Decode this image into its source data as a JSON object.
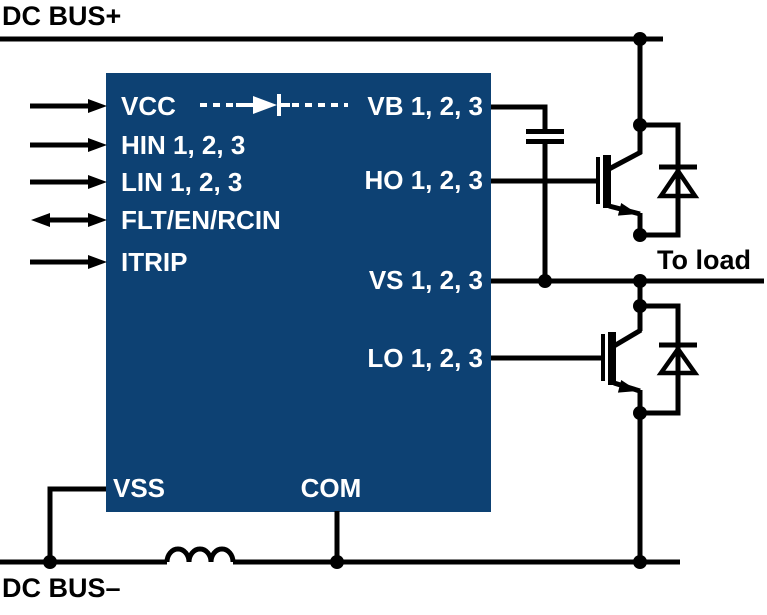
{
  "diagram": {
    "title_context": "Three-phase gate driver IC with IGBT half-bridge",
    "bus": {
      "positive_label": "DC BUS+",
      "negative_label": "DC BUS–"
    },
    "load_label": "To load",
    "ic": {
      "left_pins": [
        "VCC",
        "HIN 1, 2, 3",
        "LIN 1, 2, 3",
        "FLT/EN/RCIN",
        "ITRIP"
      ],
      "right_pins": [
        "VB 1, 2, 3",
        "HO 1, 2, 3",
        "VS 1, 2, 3",
        "LO 1, 2, 3"
      ],
      "bottom_pins": [
        "VSS",
        "COM"
      ]
    },
    "components": {
      "bootstrap_diode": "bootstrap-diode",
      "bootstrap_capacitor": "bootstrap-capacitor",
      "high_side_igbt": "high-side-igbt",
      "low_side_igbt": "low-side-igbt",
      "high_side_freewheel_diode": "freewheeling-diode",
      "low_side_freewheel_diode": "freewheeling-diode",
      "shunt_inductor": "series-inductor"
    },
    "colors": {
      "ic_fill": "#0d4173",
      "pin_text": "#ffffff",
      "line": "#000000",
      "background": "#ffffff"
    }
  }
}
